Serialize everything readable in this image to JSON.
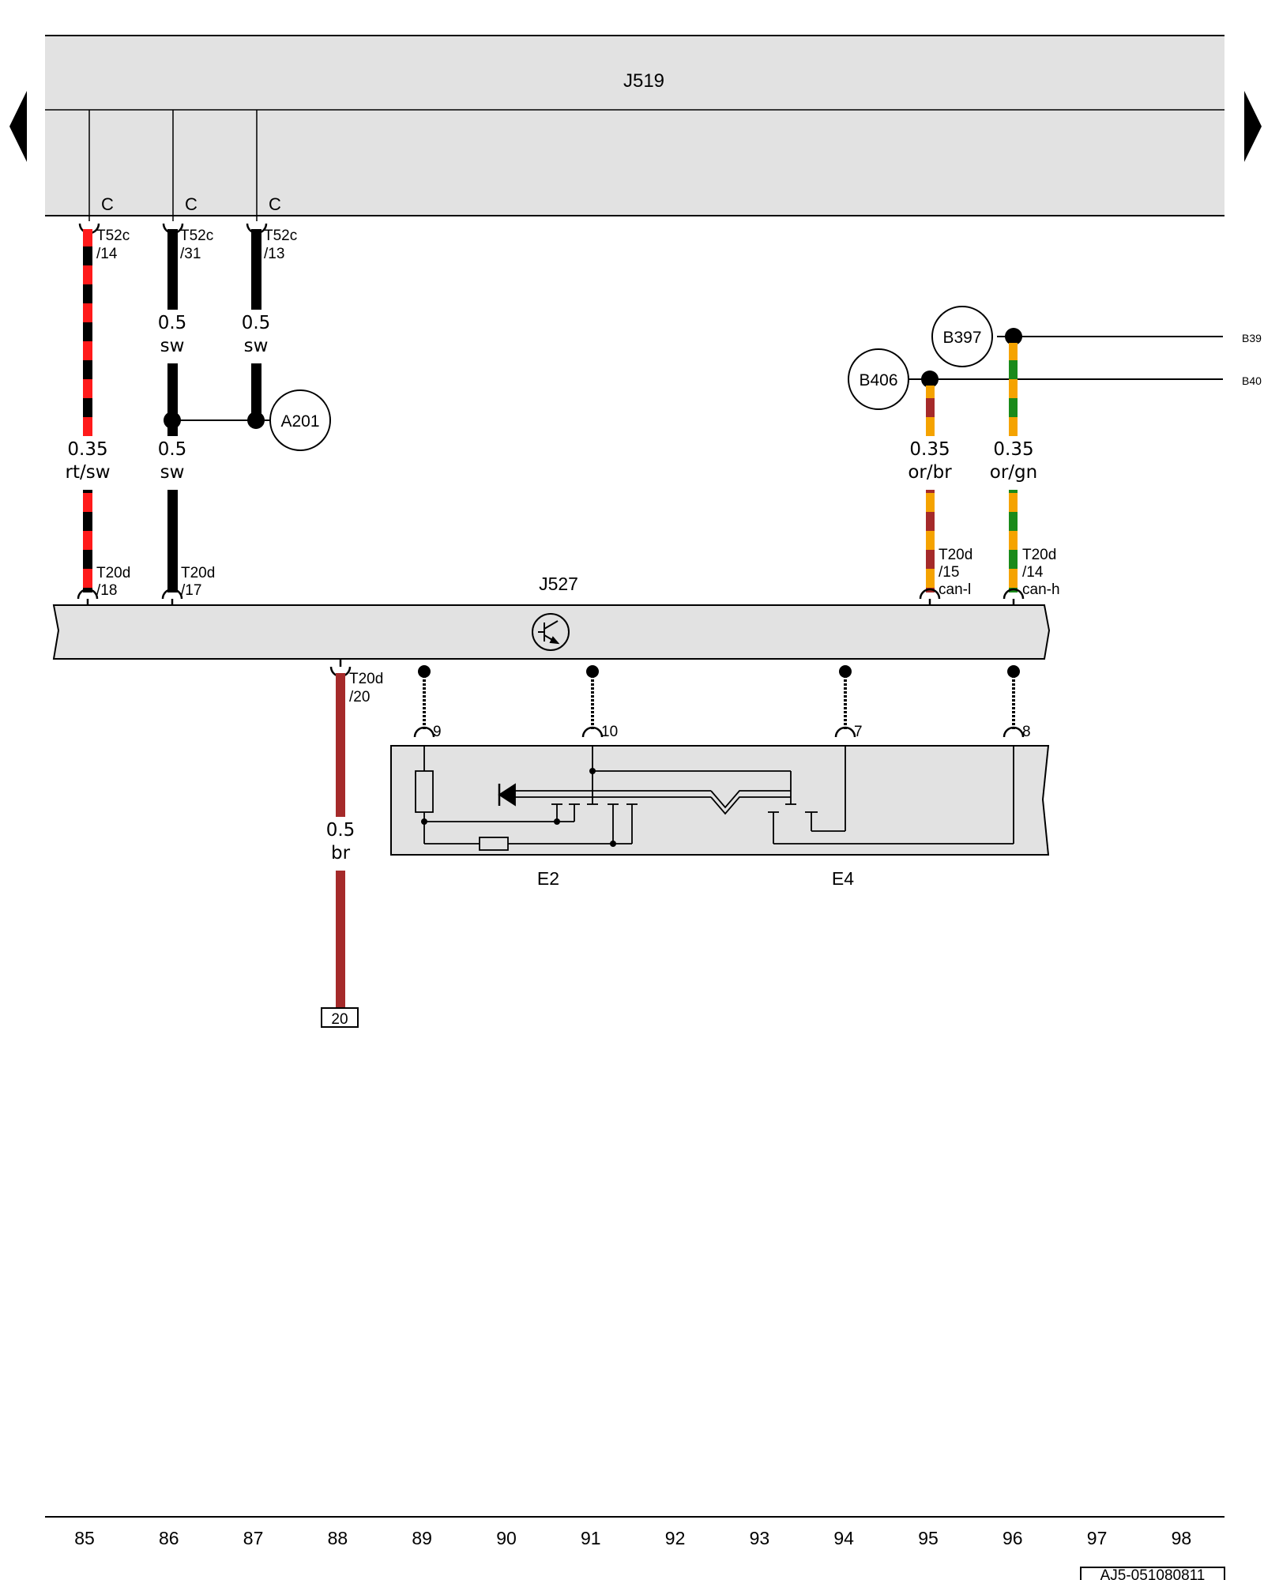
{
  "components": {
    "j519": "J519",
    "j527": "J527",
    "e2": "E2",
    "e4": "E4",
    "a201": "A201",
    "b397": "B397",
    "b406": "B406"
  },
  "c_labels": [
    "C",
    "C",
    "C"
  ],
  "connectors": [
    {
      "id": "t52c-14",
      "line1": "T52c",
      "line2": "/14"
    },
    {
      "id": "t52c-31",
      "line1": "T52c",
      "line2": "/31"
    },
    {
      "id": "t52c-13",
      "line1": "T52c",
      "line2": "/13"
    },
    {
      "id": "t20d-18",
      "line1": "T20d",
      "line2": "/18"
    },
    {
      "id": "t20d-17",
      "line1": "T20d",
      "line2": "/17"
    },
    {
      "id": "t20d-15",
      "line1": "T20d",
      "line2": "/15",
      "line3": "can-l"
    },
    {
      "id": "t20d-14",
      "line1": "T20d",
      "line2": "/14",
      "line3": "can-h"
    },
    {
      "id": "t20d-20",
      "line1": "T20d",
      "line2": "/20"
    }
  ],
  "wires": [
    {
      "id": "w85",
      "size": "0.35",
      "color": "rt/sw"
    },
    {
      "id": "w86a",
      "size": "0.5",
      "color": "sw"
    },
    {
      "id": "w87",
      "size": "0.5",
      "color": "sw"
    },
    {
      "id": "w86b",
      "size": "0.5",
      "color": "sw"
    },
    {
      "id": "w95",
      "size": "0.35",
      "color": "or/br"
    },
    {
      "id": "w96",
      "size": "0.35",
      "color": "or/gn"
    },
    {
      "id": "w88",
      "size": "0.5",
      "color": "br"
    }
  ],
  "e2_pins": [
    "9",
    "10",
    "7",
    "8"
  ],
  "ref_box": "20",
  "edge_refs": [
    "B39",
    "B40"
  ],
  "grid_numbers": [
    "85",
    "86",
    "87",
    "88",
    "89",
    "90",
    "91",
    "92",
    "93",
    "94",
    "95",
    "96",
    "97",
    "98"
  ],
  "doc_code": "AJ5-051080811",
  "colors": {
    "red": "#ff1a1a",
    "black": "#000000",
    "brown": "#a52a2a",
    "orange": "#f5a300",
    "green": "#1a8a1a",
    "box": "#e2e2e2"
  }
}
